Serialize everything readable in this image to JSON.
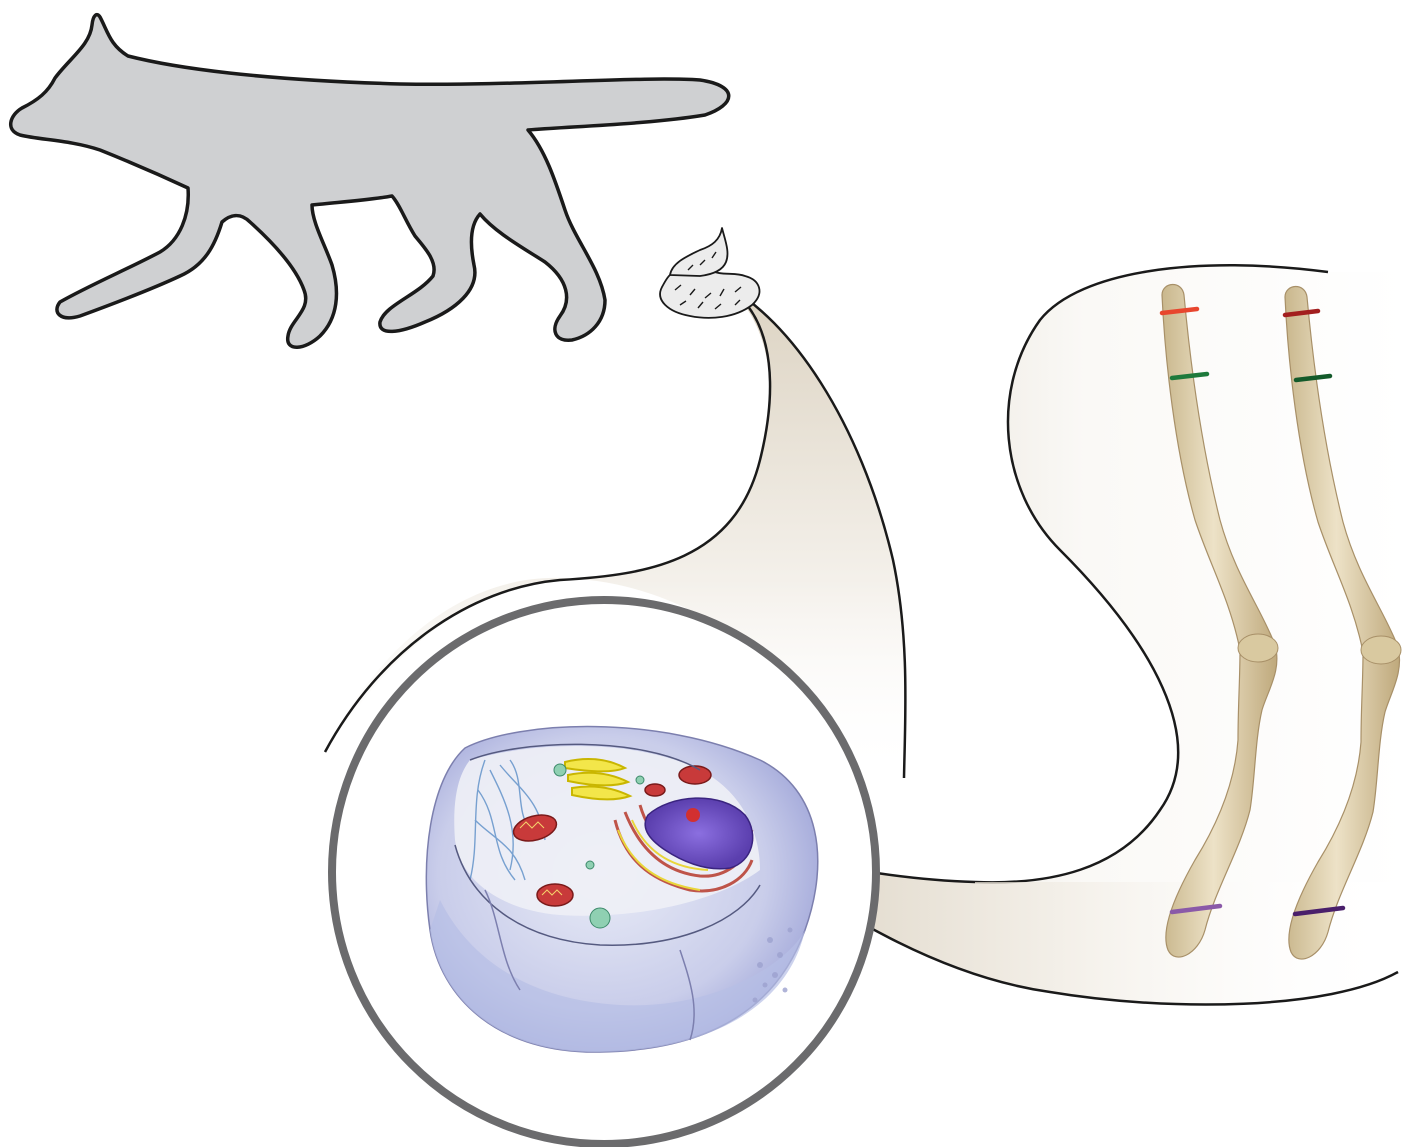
{
  "figure": {
    "panels": [
      {
        "id": "animal",
        "icon": "fox-silhouette-icon"
      },
      {
        "id": "scat",
        "icon": "scat-icon"
      },
      {
        "id": "cell",
        "icon": "animal-cell-icon"
      },
      {
        "id": "chromosomes",
        "icon": "chromosome-pair-icon",
        "count": 2
      }
    ],
    "colors": {
      "silhouette_fill": "#cfd0d2",
      "outline": "#1a1a1a",
      "magnifier_ring": "#6b6b6d",
      "chromosome_fill": "#e3d4b0",
      "band_top_left": "#e8462e",
      "band_top_right": "#a31f1f",
      "band_mid": "#1e7a3c",
      "band_bottom_left": "#8a59a8",
      "band_bottom_right": "#4a1f6b"
    }
  }
}
